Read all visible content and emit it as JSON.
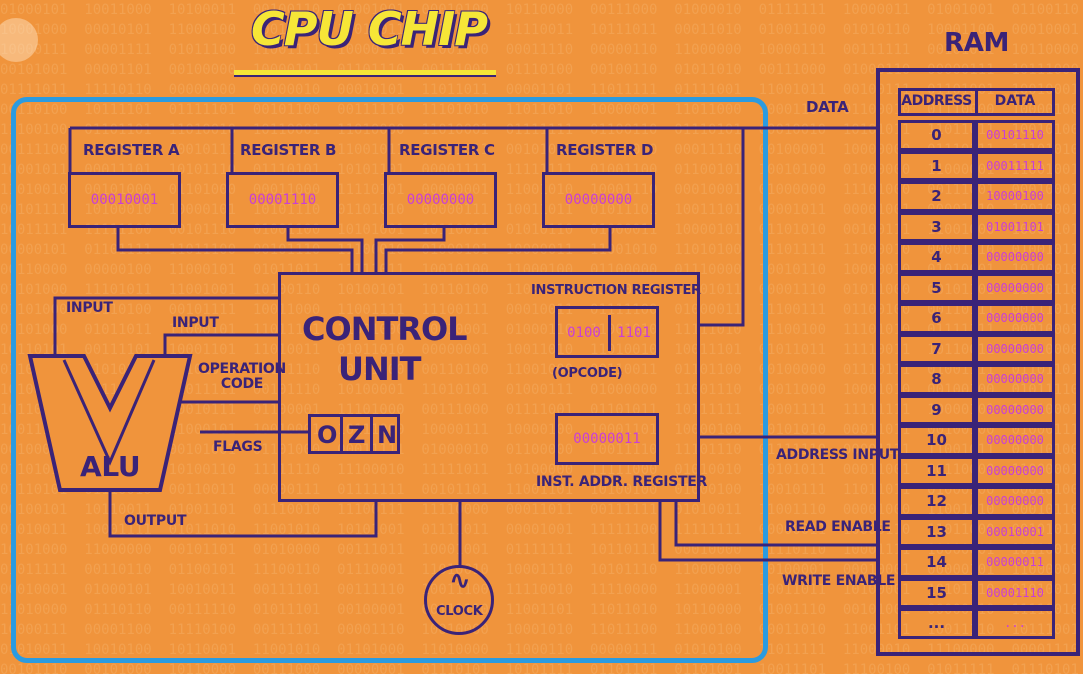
{
  "title": "CPU CHIP",
  "ram_title": "RAM",
  "registers": [
    {
      "label": "REGISTER A",
      "value": "00010001"
    },
    {
      "label": "REGISTER B",
      "value": "00001110"
    },
    {
      "label": "REGISTER C",
      "value": "00000000"
    },
    {
      "label": "REGISTER D",
      "value": "00000000"
    }
  ],
  "control_unit": {
    "line1": "CONTROL",
    "line2": "UNIT"
  },
  "instruction_register": {
    "label": "INSTRUCTION REGISTER",
    "opcode": "0100",
    "operand": "1101",
    "opcode_label": "(OPCODE)"
  },
  "inst_addr_register": {
    "label": "INST. ADDR. REGISTER",
    "value": "00000011"
  },
  "flags": {
    "label": "FLAGS",
    "o": "O",
    "z": "Z",
    "n": "N"
  },
  "alu": {
    "label": "ALU",
    "input_left": "INPUT",
    "input_right": "INPUT",
    "operation_code": "OPERATION\nCODE",
    "output": "OUTPUT"
  },
  "clock": {
    "label": "CLOCK",
    "symbol": "∿"
  },
  "bus_labels": {
    "data": "DATA",
    "address_input": "ADDRESS INPUT",
    "read_enable": "READ ENABLE",
    "write_enable": "WRITE ENABLE"
  },
  "ram": {
    "headers": [
      "ADDRESS",
      "DATA"
    ],
    "rows": [
      {
        "address": "0",
        "data": "00101110"
      },
      {
        "address": "1",
        "data": "00011111"
      },
      {
        "address": "2",
        "data": "10000100"
      },
      {
        "address": "3",
        "data": "01001101"
      },
      {
        "address": "4",
        "data": "00000000"
      },
      {
        "address": "5",
        "data": "00000000"
      },
      {
        "address": "6",
        "data": "00000000"
      },
      {
        "address": "7",
        "data": "00000000"
      },
      {
        "address": "8",
        "data": "00000000"
      },
      {
        "address": "9",
        "data": "00000000"
      },
      {
        "address": "10",
        "data": "00000000"
      },
      {
        "address": "11",
        "data": "00000000"
      },
      {
        "address": "12",
        "data": "00000000"
      },
      {
        "address": "13",
        "data": "00010001"
      },
      {
        "address": "14",
        "data": "00000011"
      },
      {
        "address": "15",
        "data": "00001110"
      },
      {
        "address": "...",
        "data": "..."
      }
    ]
  },
  "colors": {
    "background": "#f0943c",
    "ink": "#3a2378",
    "chip_border": "#2b9be0",
    "value": "#c93fd6",
    "title": "#f6e637"
  }
}
